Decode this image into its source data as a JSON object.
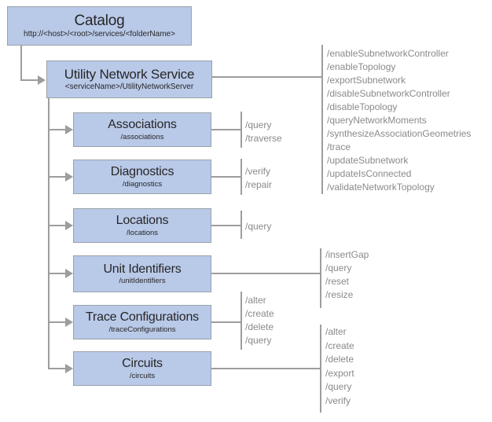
{
  "colors": {
    "box_fill": "#b9c9e8",
    "box_border": "#9aa1a9",
    "line": "#9d9d9d",
    "ops_text": "#8a8a8a",
    "title_text": "#262626"
  },
  "nodes": {
    "catalog": {
      "title": "Catalog",
      "subtitle": "http://<host>/<root>/services/<folderName>"
    },
    "utility_network_service": {
      "title": "Utility Network Service",
      "subtitle": "<serviceName>/UtilityNetworkServer",
      "operations": [
        "/enableSubnetworkController",
        "/enableTopology",
        "/exportSubnetwork",
        "/disableSubnetworkController",
        "/disableTopology",
        "/queryNetworkMoments",
        "/synthesizeAssociationGeometries",
        "/trace",
        "/updateSubnetwork",
        "/updateIsConnected",
        "/validateNetworkTopology"
      ]
    },
    "associations": {
      "title": "Associations",
      "subtitle": "/associations",
      "operations": [
        "/query",
        "/traverse"
      ]
    },
    "diagnostics": {
      "title": "Diagnostics",
      "subtitle": "/diagnostics",
      "operations": [
        "/verify",
        "/repair"
      ]
    },
    "locations": {
      "title": "Locations",
      "subtitle": "/locations",
      "operations": [
        "/query"
      ]
    },
    "unit_identifiers": {
      "title": "Unit Identifiers",
      "subtitle": "/unitIdentifiers",
      "operations": [
        "/insertGap",
        "/query",
        "/reset",
        "/resize"
      ]
    },
    "trace_configurations": {
      "title": "Trace Configurations",
      "subtitle": "/traceConfigurations",
      "operations": [
        "/alter",
        "/create",
        "/delete",
        "/query"
      ]
    },
    "circuits": {
      "title": "Circuits",
      "subtitle": "/circuits",
      "operations": [
        "/alter",
        "/create",
        "/delete",
        "/export",
        "/query",
        "/verify"
      ]
    }
  }
}
